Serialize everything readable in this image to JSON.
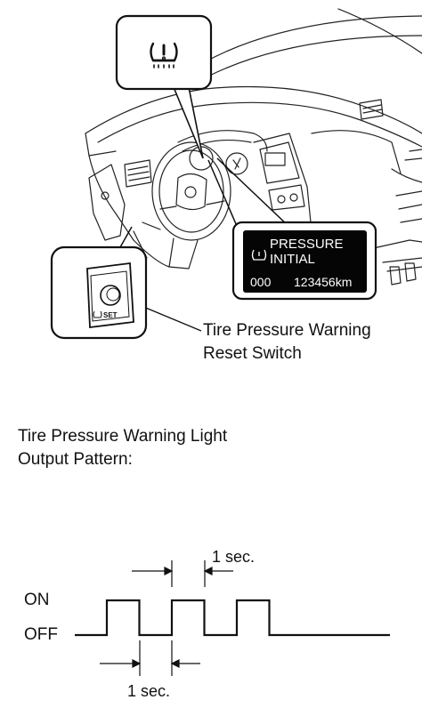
{
  "illustration": {
    "warning_light_icon": "tire-pressure-warning-icon",
    "display": {
      "line1": "PRESSURE",
      "line2": "INITIAL",
      "trip": "000",
      "odometer": "123456km"
    },
    "switch_label": "SET",
    "callout": {
      "line1": "Tire Pressure Warning",
      "line2": "Reset Switch"
    }
  },
  "pattern": {
    "title_line1": "Tire Pressure Warning Light",
    "title_line2": "Output Pattern:",
    "on_label": "ON",
    "off_label": "OFF",
    "top_interval": "1 sec.",
    "bottom_interval": "1 sec.",
    "waveform": [
      "OFF",
      "ON",
      "OFF",
      "ON",
      "OFF",
      "ON",
      "OFF"
    ]
  }
}
